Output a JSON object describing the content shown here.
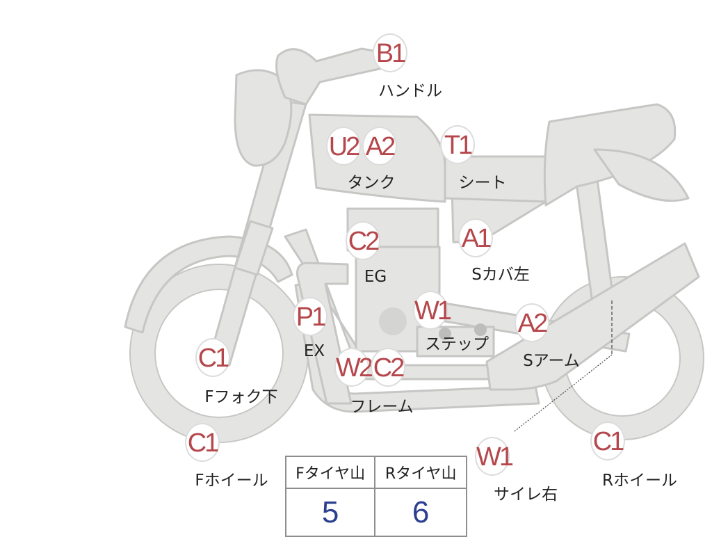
{
  "colors": {
    "bike_fill": "#e4e4e2",
    "bike_stroke": "#c6c6c4",
    "marker_text": "#b5474b",
    "value_text": "#2b3f8f"
  },
  "markers": {
    "handle_code": "B1",
    "handle_label": "ハンドル",
    "tank_code_1": "U2",
    "tank_code_2": "A2",
    "tank_label": "タンク",
    "seat_code": "T1",
    "seat_label": "シート",
    "engine_code": "C2",
    "engine_label": "EG",
    "side_cover_code": "A1",
    "side_cover_label": "Sカバ左",
    "step_code": "W1",
    "step_label": "ステップ",
    "swing_arm_code": "A2",
    "swing_arm_label": "Sアーム",
    "exhaust_code": "P1",
    "exhaust_label": "EX",
    "frame_code_1": "W2",
    "frame_code_2": "C2",
    "frame_label": "フレーム",
    "fork_code": "C1",
    "fork_label": "Fフォク下",
    "front_wheel_code": "C1",
    "front_wheel_label": "Fホイール",
    "muffler_code": "W1",
    "muffler_label": "サイレ右",
    "rear_wheel_code": "C1",
    "rear_wheel_label": "Rホイール"
  },
  "tire_table": {
    "front_header": "Fタイヤ山",
    "rear_header": "Rタイヤ山",
    "front_value": "5",
    "rear_value": "6"
  }
}
